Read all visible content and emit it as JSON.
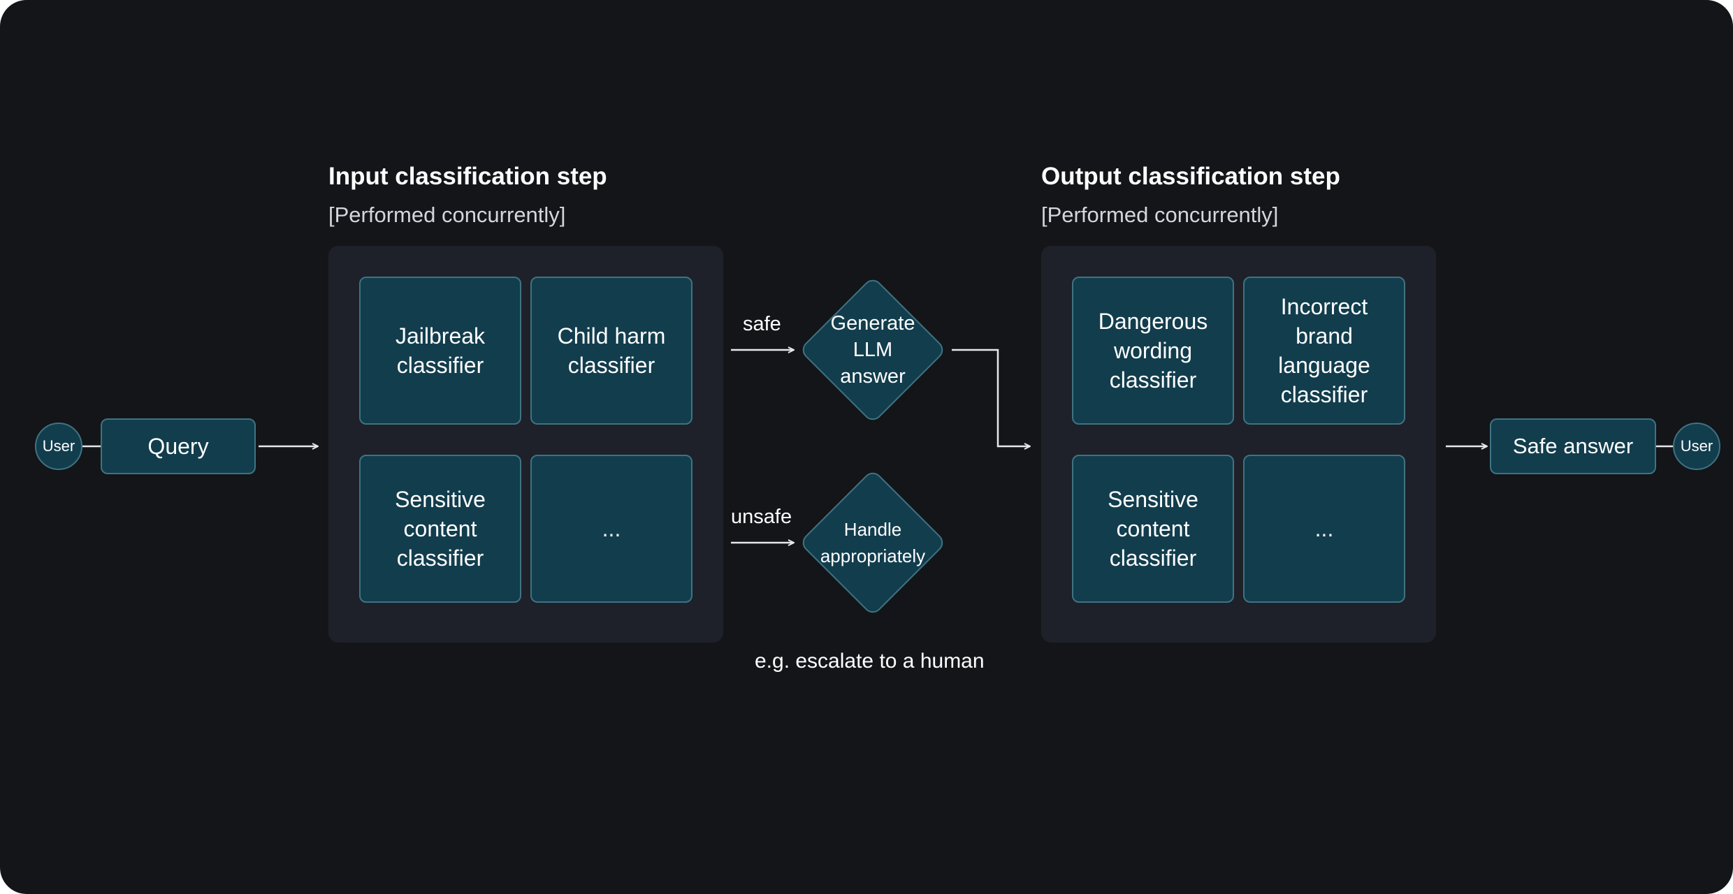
{
  "colors": {
    "background": "#131519",
    "panel": "#1e2129",
    "node_fill": "#123d4d",
    "node_border": "#3f7382",
    "connector": "#e6e8ec",
    "text": "#ffffff",
    "subtitle_text": "#d4d6db"
  },
  "start": {
    "user_label": "User",
    "query_label": "Query"
  },
  "input_step": {
    "title": "Input classification step",
    "subtitle": "[Performed concurrently]",
    "classifiers": [
      "Jailbreak\nclassifier",
      "Child harm\nclassifier",
      "Sensitive\ncontent\nclassifier",
      "..."
    ]
  },
  "branches": {
    "safe_label": "safe",
    "unsafe_label": "unsafe",
    "generate_label": "Generate\nLLM\nanswer",
    "handle_label": "Handle\nappropriately",
    "handle_note": "e.g. escalate to a human"
  },
  "output_step": {
    "title": "Output classification step",
    "subtitle": "[Performed concurrently]",
    "classifiers": [
      "Dangerous\nwording\nclassifier",
      "Incorrect\nbrand\nlanguage\nclassifier",
      "Sensitive\ncontent\nclassifier",
      "..."
    ]
  },
  "end": {
    "answer_label": "Safe answer",
    "user_label": "User"
  }
}
